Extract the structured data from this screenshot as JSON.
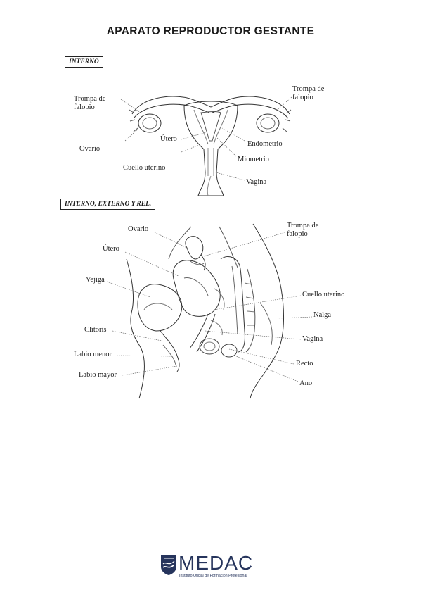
{
  "title": "APARATO REPRODUCTOR GESTANTE",
  "section1": {
    "heading": "INTERNO",
    "labels": {
      "trompa_left": [
        "Trompa de",
        "falopio"
      ],
      "trompa_right": [
        "Trompa de",
        "falopio"
      ],
      "ovario": "Ovario",
      "utero": "Útero",
      "endometrio": "Endometrio",
      "miometrio": "Miometrio",
      "cuello": "Cuello uterino",
      "vagina": "Vagina"
    }
  },
  "section2": {
    "heading": "INTERNO, EXTERNO Y REL.",
    "labels": {
      "ovario": "Ovario",
      "trompa": [
        "Trompa de",
        "falopio"
      ],
      "utero": "Útero",
      "vejiga": "Vejiga",
      "cuello": "Cuello uterino",
      "nalga": "Nalga",
      "clitoris": "Clítoris",
      "vagina": "Vagina",
      "labio_menor": "Labio menor",
      "recto": "Recto",
      "labio_mayor": "Labio mayor",
      "ano": "Ano"
    }
  },
  "logo": {
    "name": "MEDAC",
    "subtitle": "Instituto Oficial de Formación Profesional",
    "color": "#26345c"
  }
}
